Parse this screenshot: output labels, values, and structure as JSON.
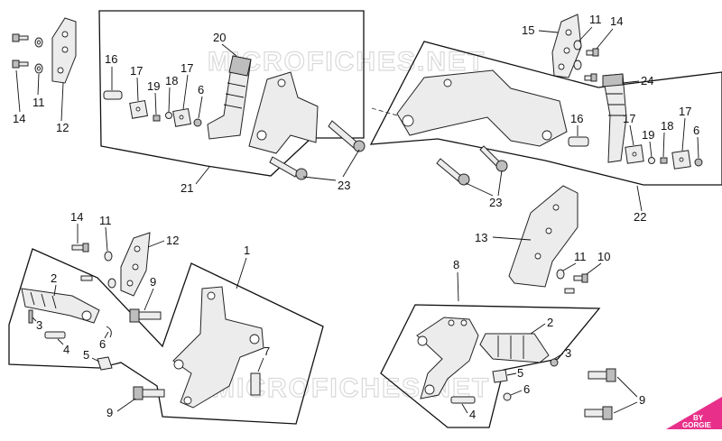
{
  "watermark": "MICROFICHES.NET",
  "brand_badge": {
    "line1": "BY",
    "line2": "GORGIE",
    "color": "#e8308a"
  },
  "groups": {
    "top_left_bracket": {
      "labels": [
        "14",
        "11",
        "12"
      ]
    },
    "top_left_box": {
      "labels": [
        "20",
        "16",
        "17",
        "19",
        "18",
        "17",
        "6",
        "21",
        "23"
      ]
    },
    "top_right_bracket": {
      "labels": [
        "15",
        "11",
        "14"
      ]
    },
    "top_right_box": {
      "labels": [
        "24",
        "16",
        "17",
        "18",
        "19",
        "17",
        "6",
        "22",
        "23"
      ]
    },
    "bottom_left_box": {
      "labels": [
        "14",
        "11",
        "12",
        "2",
        "3",
        "4",
        "5",
        "6",
        "9",
        "1",
        "7",
        "9"
      ]
    },
    "bottom_right_box": {
      "labels": [
        "13",
        "11",
        "10",
        "8",
        "2",
        "3",
        "5",
        "6",
        "4",
        "9"
      ]
    }
  }
}
